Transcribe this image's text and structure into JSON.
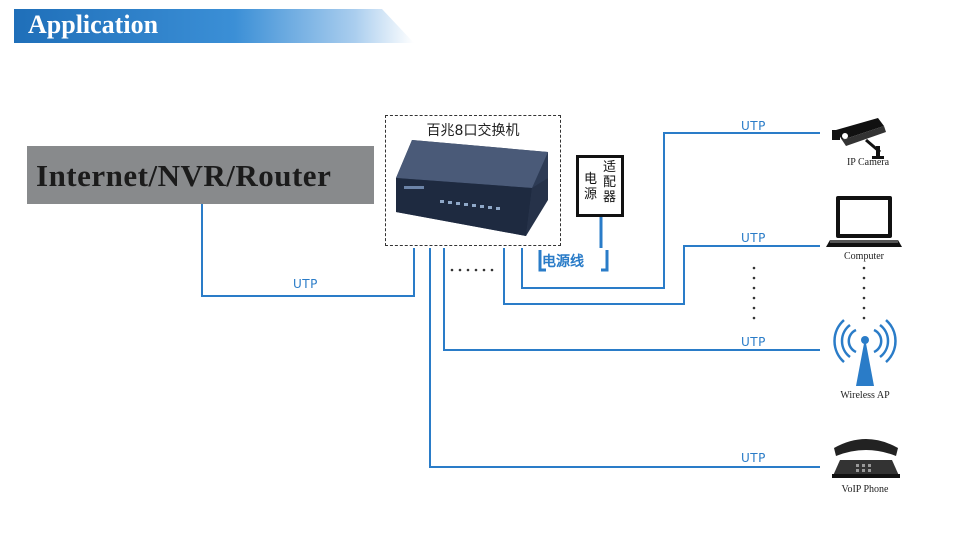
{
  "header": {
    "title": "Application"
  },
  "router": {
    "label": "Internet/NVR/Router"
  },
  "switch": {
    "label": "百兆8口交换机"
  },
  "adapter": {
    "chars_right": "适配器",
    "chars_left": "电源"
  },
  "power_line": {
    "label": "电源线"
  },
  "links": [
    {
      "label": "UTP",
      "target": "router"
    },
    {
      "label": "UTP",
      "target": "ip-camera"
    },
    {
      "label": "UTP",
      "target": "computer"
    },
    {
      "label": "UTP",
      "target": "wireless-ap"
    },
    {
      "label": "UTP",
      "target": "voip-phone"
    }
  ],
  "devices": [
    {
      "label": "IP Camera",
      "icon": "ip-camera-icon"
    },
    {
      "label": "Computer",
      "icon": "laptop-icon"
    },
    {
      "label": "Wireless AP",
      "icon": "wireless-ap-icon"
    },
    {
      "label": "VoIP Phone",
      "icon": "phone-icon"
    }
  ],
  "colors": {
    "line": "#2a7cc8",
    "banner": "#1f6fb9",
    "router_box": "#888a8c"
  }
}
